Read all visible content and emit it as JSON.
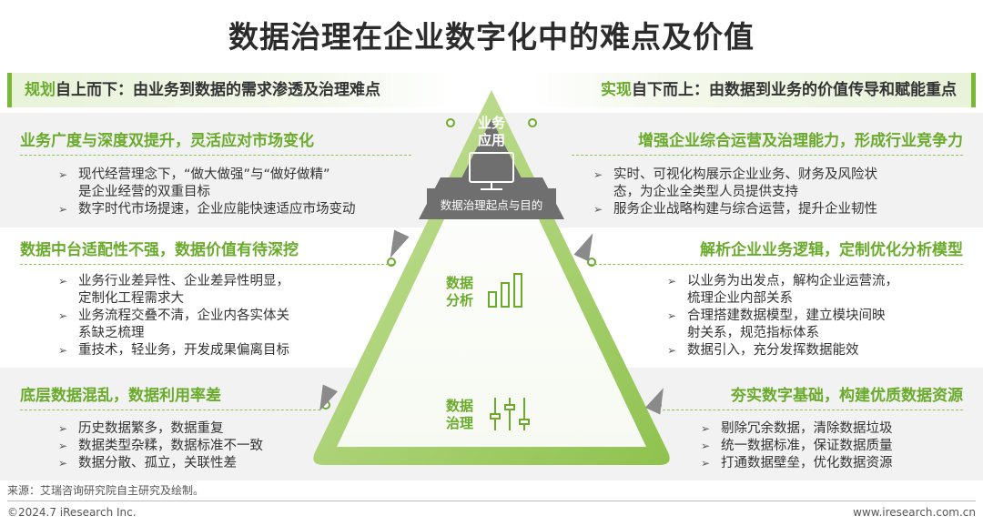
{
  "title": "数据治理在企业数字化中的难点及价值",
  "left_header": {
    "keyword": "规划",
    "text": "自上而下：由业务到数据的需求渗透及治理难点"
  },
  "right_header": {
    "keyword": "实现",
    "text": "自下而上：由数据到业务的价值传导和赋能重点"
  },
  "left_sections": [
    {
      "title": "业务广度与深度双提升，灵活应对市场变化",
      "bullets": [
        [
          "现代经营理念下，“做大做强”与“做好做精”",
          "是企业经营的双重目标"
        ],
        [
          "数字时代市场提速，企业应能快速适应市场变动"
        ]
      ]
    },
    {
      "title": "数据中台适配性不强，数据价值有待深挖",
      "bullets": [
        [
          "业务行业差异性、企业差异性明显，",
          "定制化工程需求大"
        ],
        [
          "业务流程交叠不清，企业内各实体关",
          "系缺乏梳理"
        ],
        [
          "重技术，轻业务，开发成果偏离目标"
        ]
      ]
    },
    {
      "title": "底层数据混乱，数据利用率差",
      "bullets": [
        [
          "历史数据繁多，数据重复"
        ],
        [
          "数据类型杂糅，数据标准不一致"
        ],
        [
          "数据分散、孤立，关联性差"
        ]
      ]
    }
  ],
  "right_sections": [
    {
      "title": "增强企业综合运营及治理能力，形成行业竞争力",
      "bullets": [
        [
          "实时、可视化构展示企业业务、财务及风险状",
          "态，为企业全类型人员提供支持"
        ],
        [
          "服务企业战略构建与综合运营，提升企业韧性"
        ]
      ]
    },
    {
      "title": "解析企业业务逻辑，定制优化分析模型",
      "bullets": [
        [
          "以业务为出发点，解构企业运营流，",
          "梳理企业内部关系"
        ],
        [
          "合理搭建数据模型，建立模块间映",
          "射关系，规范指标体系"
        ],
        [
          "数据引入，充分发挥数据能效"
        ]
      ]
    },
    {
      "title": "夯实数字基础，构建优质数据资源",
      "bullets": [
        [
          "剔除冗余数据，清除数据垃圾"
        ],
        [
          "统一数据标准，保证数据质量"
        ],
        [
          "打通数据壁垒，优化数据资源"
        ]
      ]
    }
  ],
  "pyramid": {
    "top_label": [
      "业务",
      "应用"
    ],
    "top_caption": "数据治理起点与目的",
    "mid_label": [
      "数据",
      "分析"
    ],
    "bottom_label": [
      "数据",
      "治理"
    ]
  },
  "footer": {
    "source": "来源：艾瑞咨询研究院自主研究及绘制。",
    "copyright": "©2024.7 iResearch Inc.",
    "website": "www.iresearch.com.cn"
  },
  "colors": {
    "accent": "#6aab2c",
    "triangle_top": "#6f6f6f",
    "band": "#f2f2f2"
  }
}
